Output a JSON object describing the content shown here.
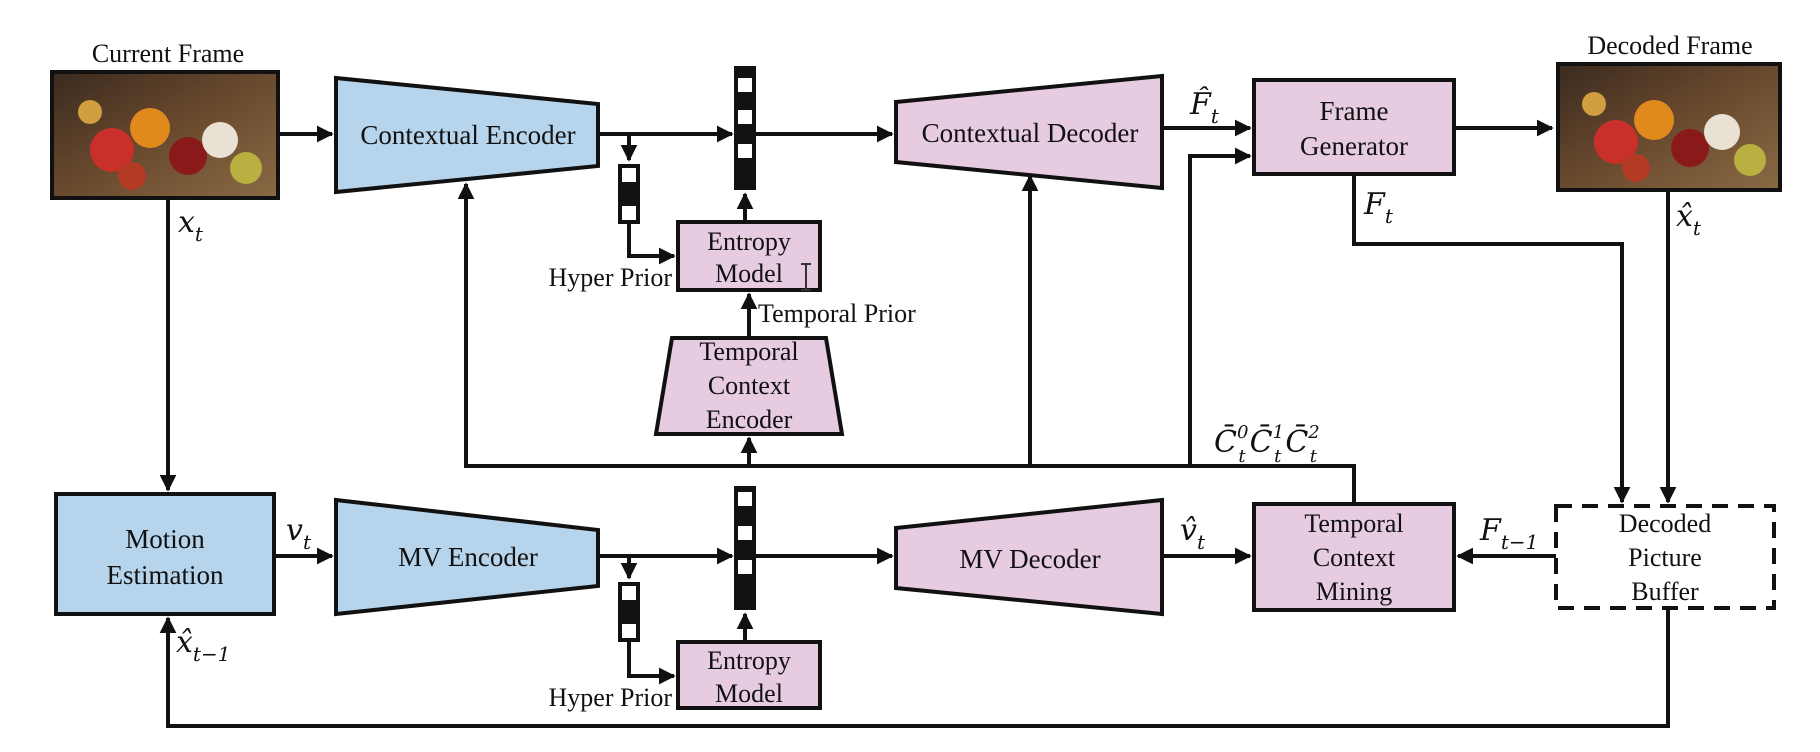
{
  "diagram": {
    "frames": {
      "current_title": "Current Frame",
      "decoded_title": "Decoded Frame"
    },
    "blocks": {
      "contextual_encoder": "Contextual Encoder",
      "contextual_decoder": "Contextual Decoder",
      "frame_generator": [
        "Frame",
        "Generator"
      ],
      "entropy_model_top": [
        "Entropy",
        "Model"
      ],
      "temporal_context_encoder": [
        "Temporal",
        "Context",
        "Encoder"
      ],
      "motion_estimation": [
        "Motion",
        "Estimation"
      ],
      "mv_encoder": "MV Encoder",
      "mv_decoder": "MV Decoder",
      "temporal_context_mining": [
        "Temporal",
        "Context",
        "Mining"
      ],
      "entropy_model_bottom": [
        "Entropy",
        "Model"
      ],
      "decoded_picture_buffer": [
        "Decoded",
        "Picture",
        "Buffer"
      ]
    },
    "labels": {
      "hyper_prior_top": "Hyper Prior",
      "hyper_prior_bottom": "Hyper Prior",
      "temporal_prior": "Temporal Prior",
      "x_t": "x",
      "x_t_sub": "t",
      "v_t": "v",
      "v_t_sub": "t",
      "F_hat_t": "F̂",
      "F_hat_t_sub": "t",
      "F_t": "F",
      "F_t_sub": "t",
      "x_hat_t": "x̂",
      "x_hat_t_sub": "t",
      "v_hat_t": "v̂",
      "v_hat_t_sub": "t",
      "F_t_minus_1": "F",
      "F_t_minus_1_sub": "t−1",
      "x_hat_t_minus_1": "x̂",
      "x_hat_t_minus_1_sub": "t−1",
      "contexts": "C̄",
      "contexts_sub": "t",
      "contexts_sup": [
        "0",
        "1",
        "2"
      ]
    },
    "colors": {
      "encoder_blue": "#b6d4ec",
      "decoder_pink": "#e6cbe1",
      "line": "#111111"
    }
  }
}
